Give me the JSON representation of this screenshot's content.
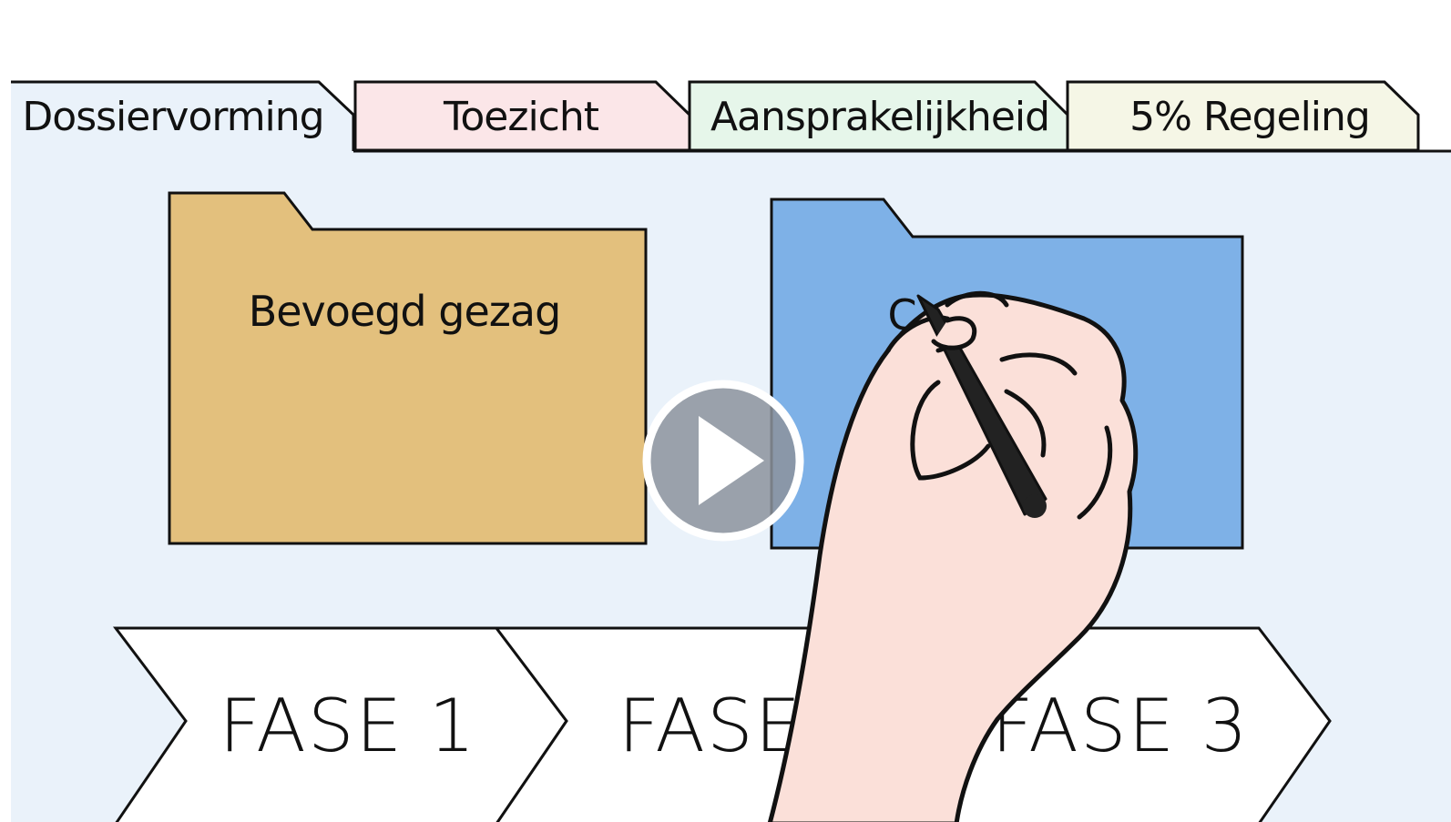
{
  "tabs": [
    {
      "label": "Dossiervorming",
      "active": true,
      "color": "#eaf2fa"
    },
    {
      "label": "Toezicht",
      "active": false,
      "color": "#fbe6e8"
    },
    {
      "label": "Aansprakelijkheid",
      "active": false,
      "color": "#e6f6ea"
    },
    {
      "label": "5% Regeling",
      "active": false,
      "color": "#f5f6e6"
    }
  ],
  "folders": [
    {
      "label": "Bevoegd gezag",
      "color": "#e3c07d"
    },
    {
      "label": "C",
      "color": "#7eb1e7"
    }
  ],
  "phases": [
    {
      "label": "FASE 1"
    },
    {
      "label": "FASE"
    },
    {
      "label": "FASE 3"
    }
  ],
  "colors": {
    "panel_background": "#eaf2fa",
    "outline": "#111111",
    "hand_skin": "#fbe0d9",
    "pen": "#222222",
    "play_overlay": "#8c939c"
  },
  "icons": {
    "play": "play-icon",
    "hand": "hand-illustration",
    "pen": "pen-icon"
  }
}
